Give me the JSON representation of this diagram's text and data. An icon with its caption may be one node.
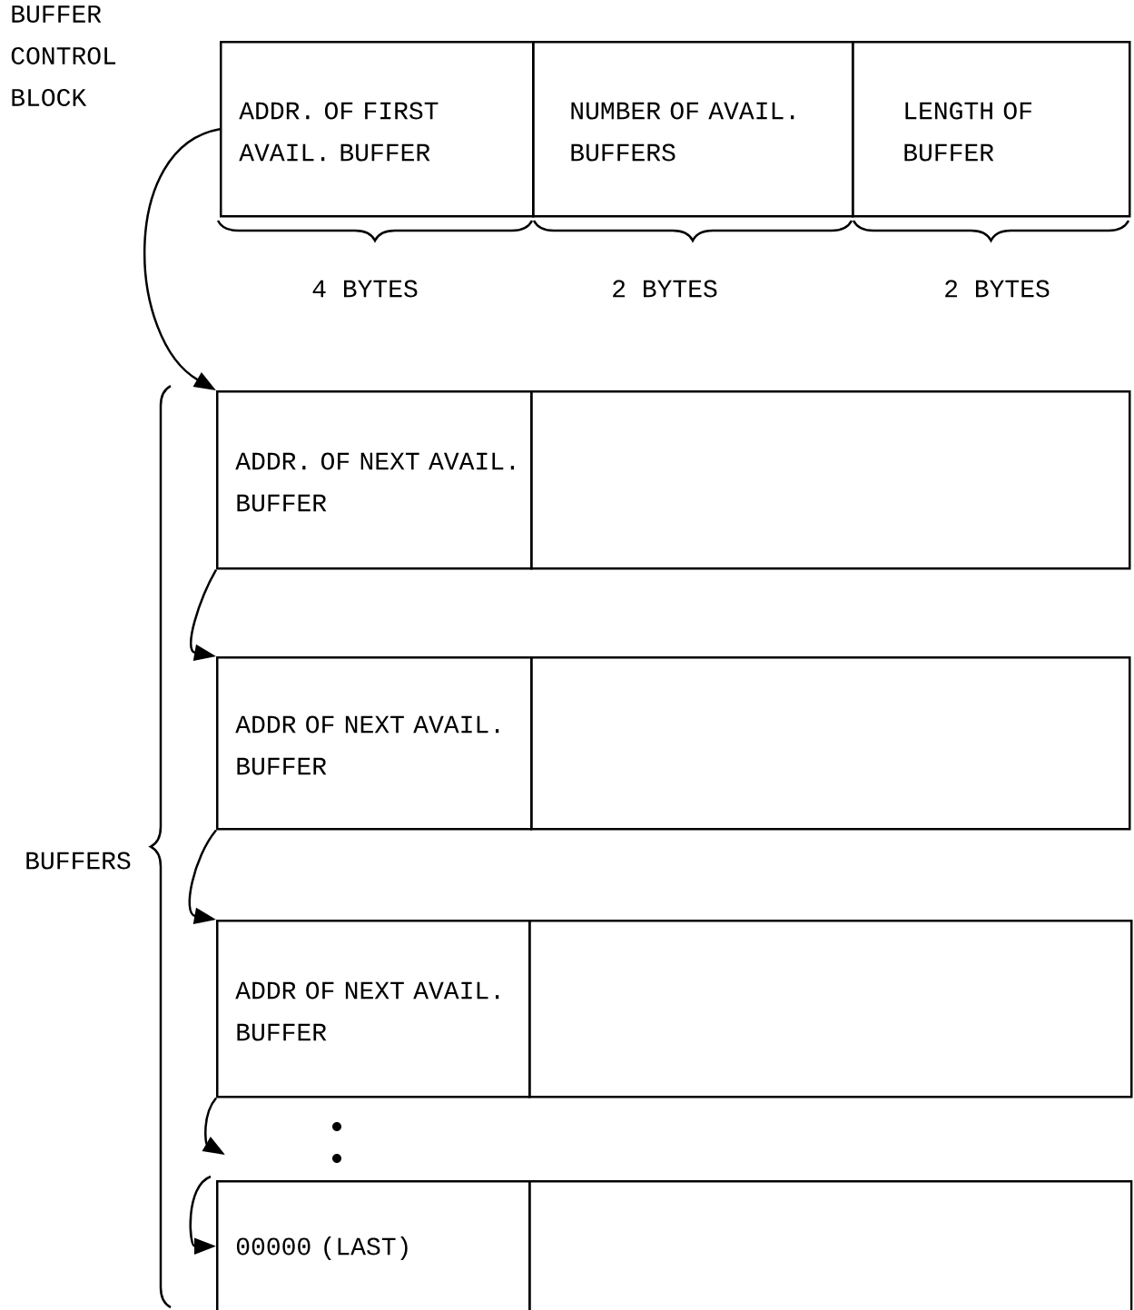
{
  "diagram": {
    "nodes": [
      {
        "text": [
          "ADDR. OF FIRST AVAIL. BUFFER"
        ]
      },
      {
        "text": [
          "NUMBER OF AVAIL. BUFFERS"
        ]
      },
      {
        "text": [
          "LENGTH OF BUFFER"
        ]
      },
      {
        "text": [
          "ADDR. OF NEXT AVAIL. BUFFER"
        ]
      },
      {
        "text": [],
        "shape": "box"
      },
      {
        "text": [
          "ADDR OF NEXT AVAIL. BUFFER"
        ]
      },
      {
        "text": [],
        "shape": "box"
      },
      {
        "text": [
          "ADDR OF NEXT AVAIL. BUFFER"
        ]
      },
      {
        "text": [],
        "shape": "box"
      },
      {
        "text": [
          "00000 (LAST)"
        ]
      },
      {
        "text": [],
        "shape": "box"
      }
    ],
    "edges": [
      {
        "from": 0,
        "to": 3,
        "arrow": "to"
      },
      {
        "from": 3,
        "to": 5,
        "arrow": "to"
      },
      {
        "from": 5,
        "to": 7,
        "arrow": "to"
      },
      {
        "from": 7,
        "to": null,
        "arrow": "to"
      },
      {
        "from": null,
        "to": 9,
        "arrow": "to"
      }
    ],
    "labels": [
      "BUFFER CONTROL BLOCK",
      "4 BYTES",
      "2 BYTES",
      "2 BYTES",
      "BUFFERS"
    ]
  }
}
